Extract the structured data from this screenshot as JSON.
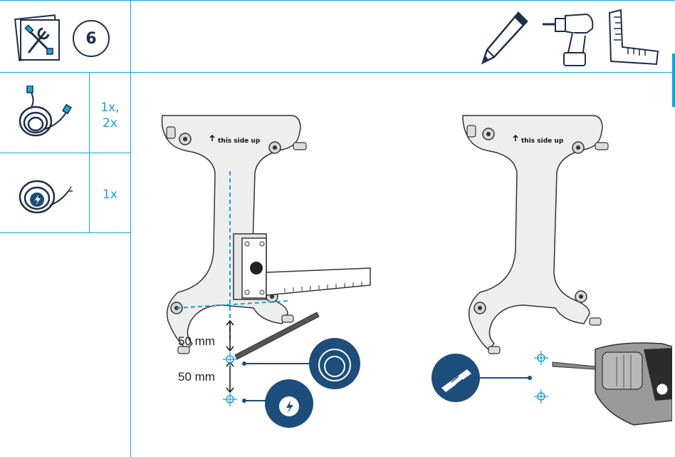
{
  "step": {
    "number": "6"
  },
  "parts": [
    {
      "icon": "network-cable-icon",
      "quantity_line1": "1x,",
      "quantity_line2": "2x"
    },
    {
      "icon": "power-cable-icon",
      "quantity": "1x"
    }
  ],
  "tools": [
    "pencil-icon",
    "drill-icon",
    "square-ruler-icon"
  ],
  "plate": {
    "label": "this side up"
  },
  "measurements": {
    "first": "50 mm",
    "second": "50 mm"
  },
  "colors": {
    "accent": "#1aa3d6",
    "dark_blue": "#1d4d7a",
    "plate": "#eeeeee",
    "outline": "#333333"
  }
}
